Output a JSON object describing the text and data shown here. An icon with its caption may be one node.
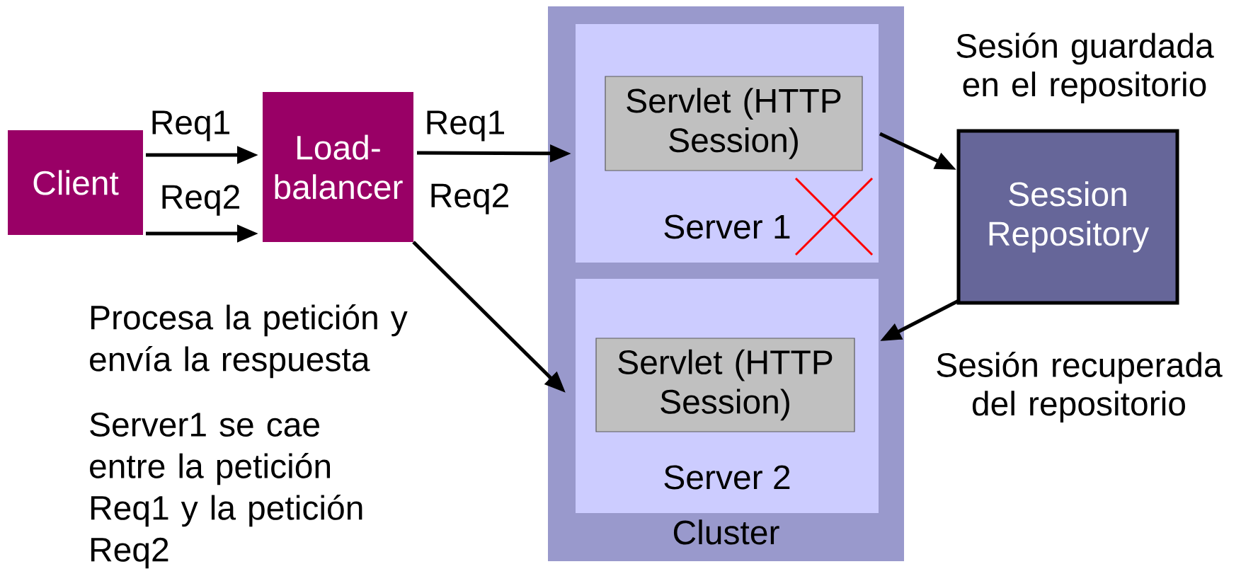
{
  "diagram": {
    "nodes": [
      {
        "text": [
          "Client"
        ]
      },
      {
        "text": [
          "Load-balancer"
        ]
      },
      {
        "text": [
          "Cluster"
        ]
      },
      {
        "text": [
          "Server 1"
        ],
        "in": 2
      },
      {
        "text": [
          "Servlet (HTTP Session)"
        ],
        "in": 3
      },
      {
        "text": [
          "Server 2"
        ],
        "in": 2
      },
      {
        "text": [
          "Servlet (HTTP Session)"
        ],
        "in": 5
      },
      {
        "text": [
          "Session Repository"
        ]
      }
    ],
    "edges": [
      {
        "from": 0,
        "to": 1,
        "arrow": "to",
        "label": "Req1"
      },
      {
        "from": 0,
        "to": 1,
        "arrow": "to",
        "label": "Req2"
      },
      {
        "from": 1,
        "to": 3,
        "arrow": "to",
        "label": "Req1"
      },
      {
        "from": 1,
        "to": 5,
        "arrow": "to",
        "label": "Req2"
      },
      {
        "from": 4,
        "to": 7,
        "arrow": "to",
        "label": "Sesión guardada en el repositorio"
      },
      {
        "from": 7,
        "to": 5,
        "arrow": "to",
        "label": "Sesión recuperada del repositorio"
      }
    ],
    "labels": [
      "Procesa la petición y envía la respuesta",
      "Server1 se cae entre la petición Req1 y la petición Req2"
    ]
  }
}
